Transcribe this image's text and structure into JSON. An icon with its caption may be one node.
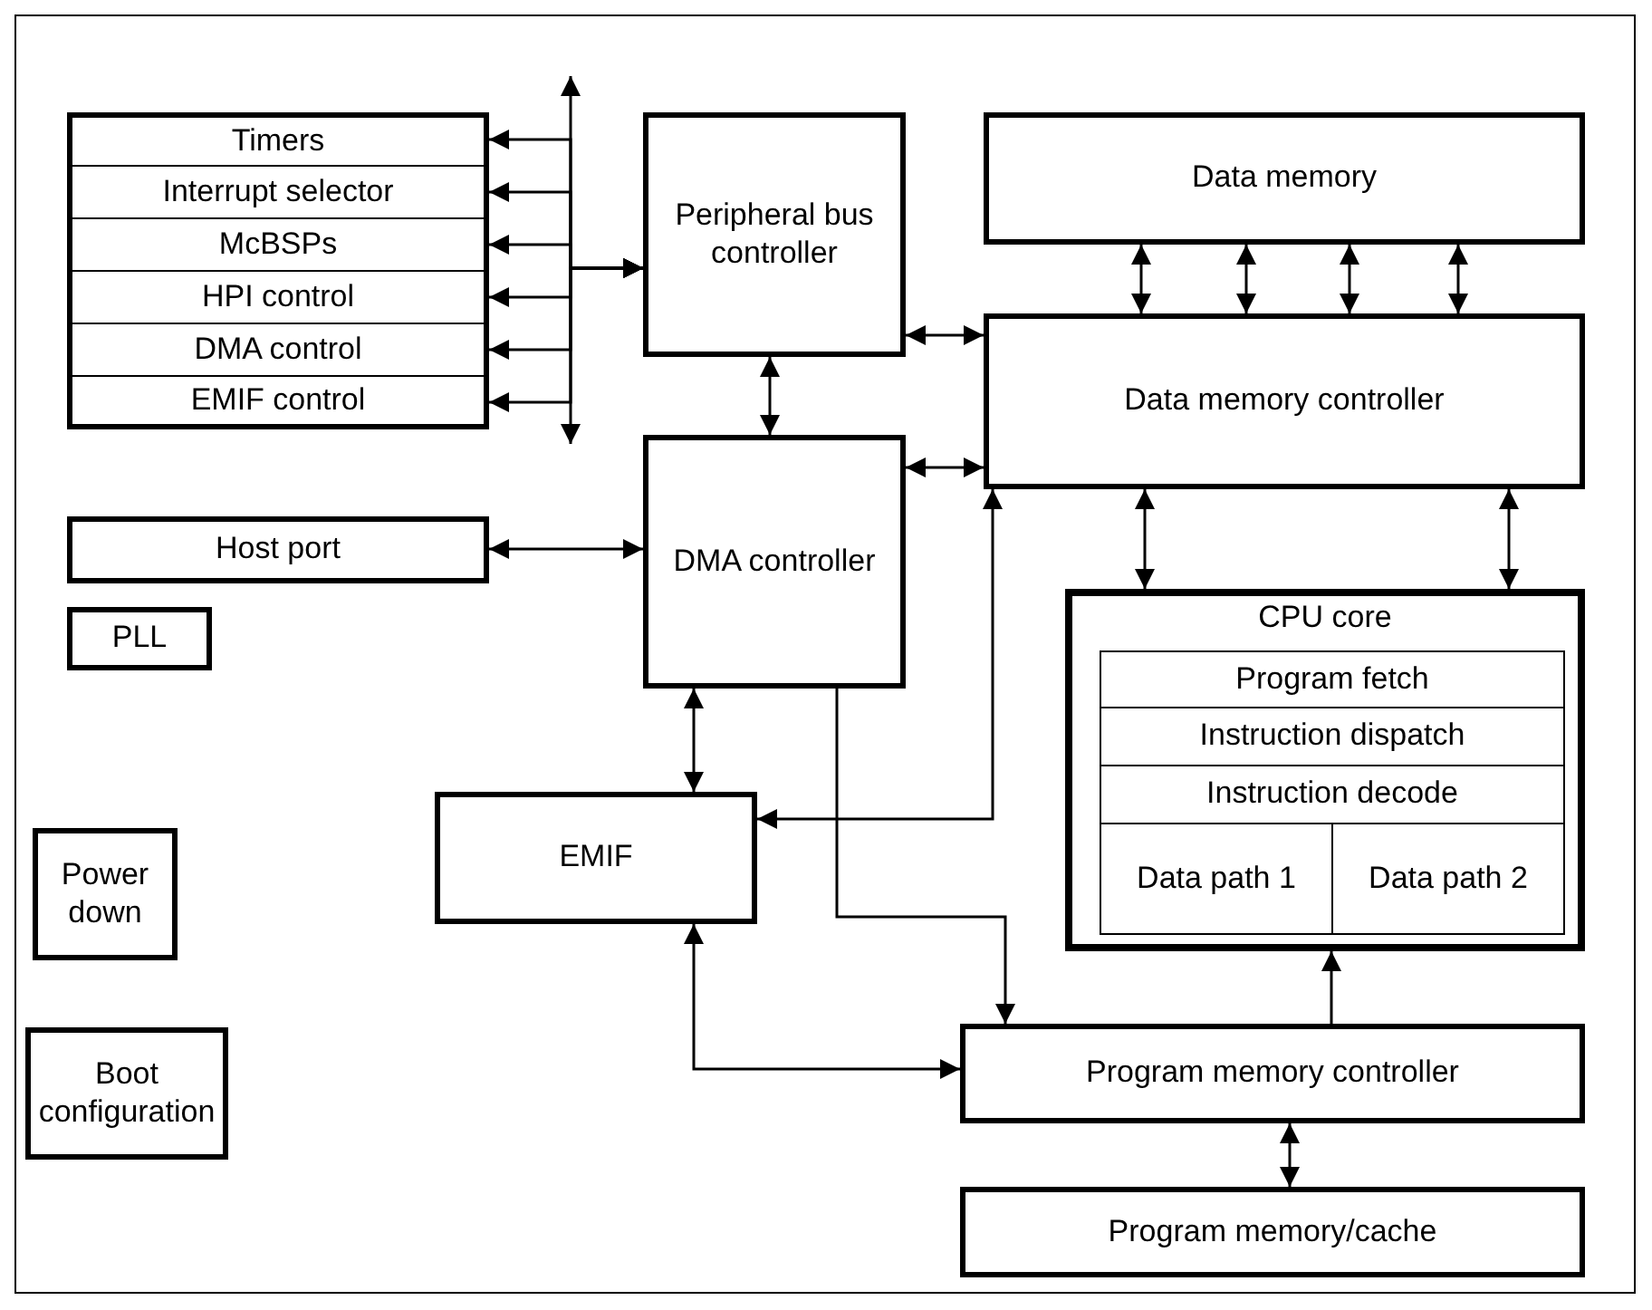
{
  "diagram": {
    "nodes": [
      {
        "text": [
          "Timers"
        ]
      },
      {
        "text": [
          "Interrupt selector"
        ]
      },
      {
        "text": [
          "McBSPs"
        ]
      },
      {
        "text": [
          "HPI control"
        ]
      },
      {
        "text": [
          "DMA control"
        ]
      },
      {
        "text": [
          "EMIF control"
        ]
      },
      {
        "text": [
          "Peripheral bus controller"
        ]
      },
      {
        "text": [
          "Data memory"
        ]
      },
      {
        "text": [
          "Data memory controller"
        ]
      },
      {
        "text": [
          "Host port"
        ]
      },
      {
        "text": [
          "DMA controller"
        ]
      },
      {
        "text": [
          "PLL"
        ]
      },
      {
        "text": [
          "CPU core"
        ]
      },
      {
        "text": [
          "Program fetch"
        ],
        "in": 12
      },
      {
        "text": [
          "Instruction dispatch"
        ],
        "in": 12
      },
      {
        "text": [
          "Instruction decode"
        ],
        "in": 12
      },
      {
        "text": [
          "Data path 1"
        ],
        "in": 12
      },
      {
        "text": [
          "Data path 2"
        ],
        "in": 12
      },
      {
        "text": [
          "EMIF"
        ]
      },
      {
        "text": [
          "Power down"
        ]
      },
      {
        "text": [
          "Program memory controller"
        ]
      },
      {
        "text": [
          "Boot configuration"
        ]
      },
      {
        "text": [
          "Program memory/cache"
        ]
      }
    ],
    "edges": [
      {
        "from": 0,
        "to": 6,
        "arrow": "both"
      },
      {
        "from": 1,
        "to": 6,
        "arrow": "both"
      },
      {
        "from": 2,
        "to": 6,
        "arrow": "both"
      },
      {
        "from": 3,
        "to": 6,
        "arrow": "both"
      },
      {
        "from": 4,
        "to": 6,
        "arrow": "both"
      },
      {
        "from": 5,
        "to": 6,
        "arrow": "both"
      },
      {
        "from": 6,
        "to": 8,
        "arrow": "both"
      },
      {
        "from": 6,
        "to": 10,
        "arrow": "both"
      },
      {
        "from": 10,
        "to": 8,
        "arrow": "both"
      },
      {
        "from": 7,
        "to": 8,
        "arrow": "both"
      },
      {
        "from": 7,
        "to": 8,
        "arrow": "both"
      },
      {
        "from": 7,
        "to": 8,
        "arrow": "both"
      },
      {
        "from": 7,
        "to": 8,
        "arrow": "both"
      },
      {
        "from": 9,
        "to": 10,
        "arrow": "both"
      },
      {
        "from": 10,
        "to": 18,
        "arrow": "both"
      },
      {
        "from": 8,
        "to": 12,
        "arrow": "both"
      },
      {
        "from": 8,
        "to": 12,
        "arrow": "both"
      },
      {
        "from": 8,
        "to": 18,
        "arrow": "both"
      },
      {
        "from": 10,
        "to": 20,
        "arrow": "to"
      },
      {
        "from": 18,
        "to": 20,
        "arrow": "both"
      },
      {
        "from": 20,
        "to": 12,
        "arrow": "to"
      },
      {
        "from": 20,
        "to": 22,
        "arrow": "both"
      }
    ]
  }
}
